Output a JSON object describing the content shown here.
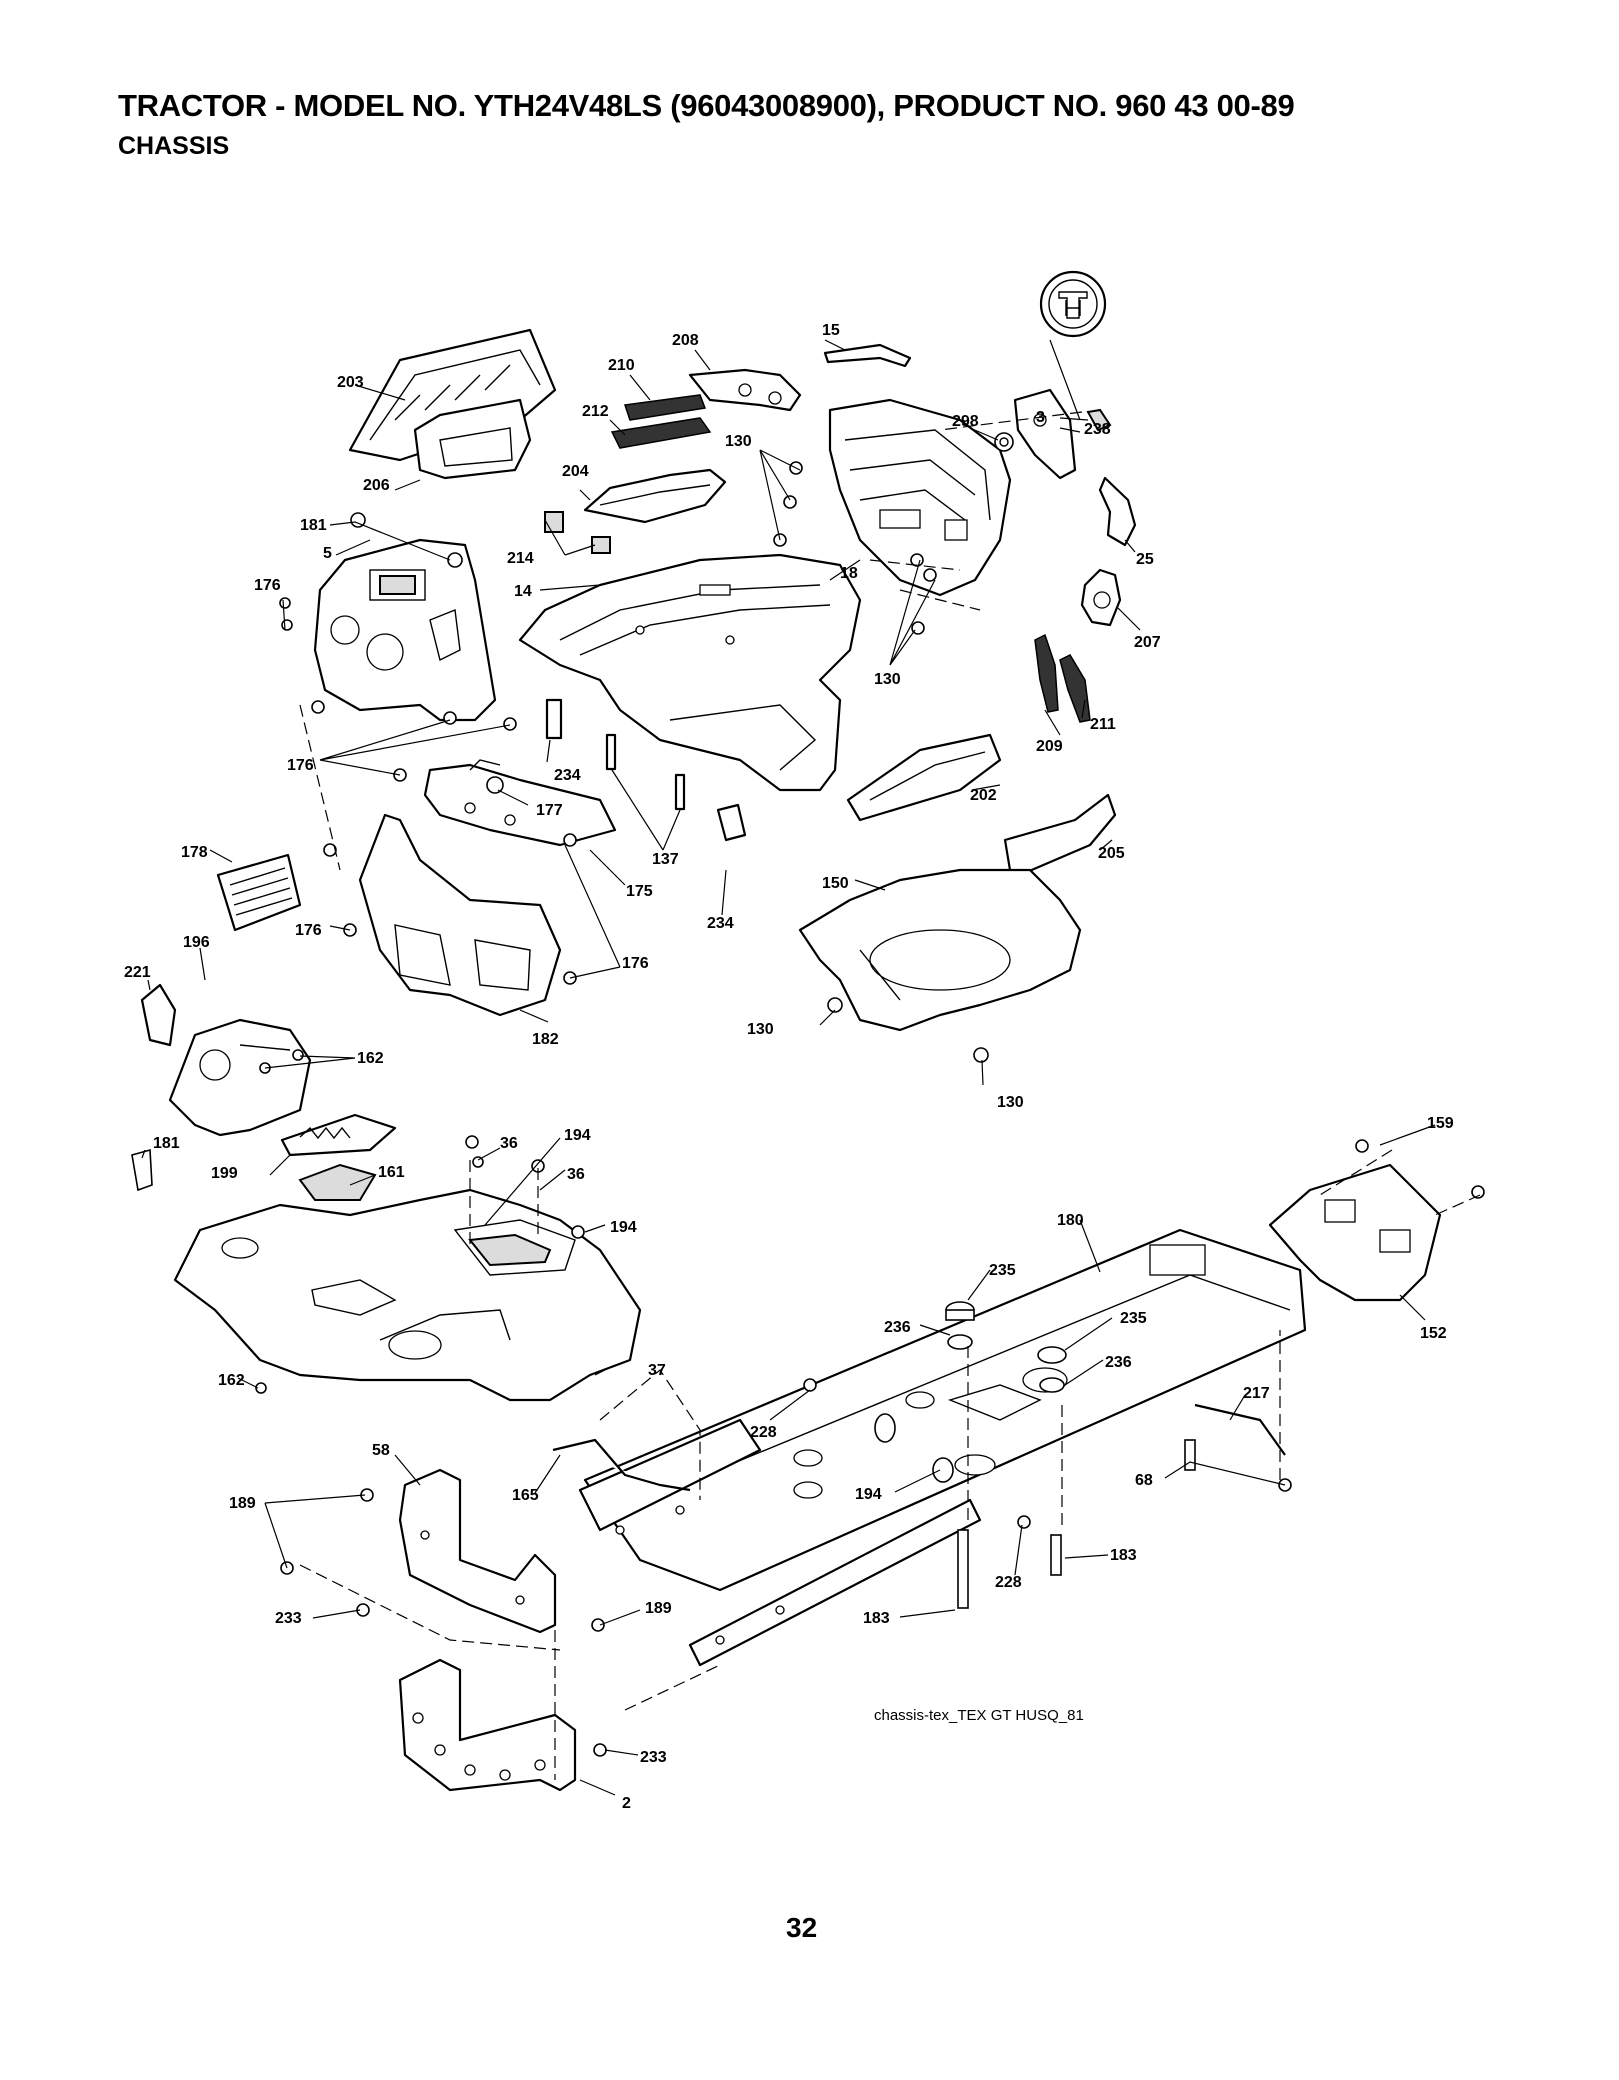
{
  "header": {
    "title": "TRACTOR - MODEL NO. YTH24V48LS (96043008900), PRODUCT NO. 960 43 00-89",
    "subtitle": "CHASSIS"
  },
  "diagram": {
    "caption": "chassis-tex_TEX GT HUSQ_81",
    "logo": "husqvarna-crown-logo",
    "callouts": [
      {
        "id": "c-208",
        "text": "208"
      },
      {
        "id": "c-15",
        "text": "15"
      },
      {
        "id": "c-210",
        "text": "210"
      },
      {
        "id": "c-203",
        "text": "203"
      },
      {
        "id": "c-212",
        "text": "212"
      },
      {
        "id": "c-130a",
        "text": "130"
      },
      {
        "id": "c-3",
        "text": "3"
      },
      {
        "id": "c-298",
        "text": "298"
      },
      {
        "id": "c-238",
        "text": "238"
      },
      {
        "id": "c-206",
        "text": "206"
      },
      {
        "id": "c-204",
        "text": "204"
      },
      {
        "id": "c-181a",
        "text": "181"
      },
      {
        "id": "c-5",
        "text": "5"
      },
      {
        "id": "c-214",
        "text": "214"
      },
      {
        "id": "c-14",
        "text": "14"
      },
      {
        "id": "c-18",
        "text": "18"
      },
      {
        "id": "c-25",
        "text": "25"
      },
      {
        "id": "c-176a",
        "text": "176"
      },
      {
        "id": "c-207",
        "text": "207"
      },
      {
        "id": "c-130b",
        "text": "130"
      },
      {
        "id": "c-209",
        "text": "209"
      },
      {
        "id": "c-211",
        "text": "211"
      },
      {
        "id": "c-176b",
        "text": "176"
      },
      {
        "id": "c-234a",
        "text": "234"
      },
      {
        "id": "c-177",
        "text": "177"
      },
      {
        "id": "c-202",
        "text": "202"
      },
      {
        "id": "c-178",
        "text": "178"
      },
      {
        "id": "c-137",
        "text": "137"
      },
      {
        "id": "c-205",
        "text": "205"
      },
      {
        "id": "c-175",
        "text": "175"
      },
      {
        "id": "c-150",
        "text": "150"
      },
      {
        "id": "c-196",
        "text": "196"
      },
      {
        "id": "c-176c",
        "text": "176"
      },
      {
        "id": "c-234b",
        "text": "234"
      },
      {
        "id": "c-221",
        "text": "221"
      },
      {
        "id": "c-176d",
        "text": "176"
      },
      {
        "id": "c-182",
        "text": "182"
      },
      {
        "id": "c-130c",
        "text": "130"
      },
      {
        "id": "c-162a",
        "text": "162"
      },
      {
        "id": "c-130d",
        "text": "130"
      },
      {
        "id": "c-181b",
        "text": "181"
      },
      {
        "id": "c-36a",
        "text": "36"
      },
      {
        "id": "c-194a",
        "text": "194"
      },
      {
        "id": "c-159",
        "text": "159"
      },
      {
        "id": "c-199",
        "text": "199"
      },
      {
        "id": "c-161",
        "text": "161"
      },
      {
        "id": "c-36b",
        "text": "36"
      },
      {
        "id": "c-194b",
        "text": "194"
      },
      {
        "id": "c-180",
        "text": "180"
      },
      {
        "id": "c-235a",
        "text": "235"
      },
      {
        "id": "c-235b",
        "text": "235"
      },
      {
        "id": "c-236a",
        "text": "236"
      },
      {
        "id": "c-236b",
        "text": "236"
      },
      {
        "id": "c-152",
        "text": "152"
      },
      {
        "id": "c-37",
        "text": "37"
      },
      {
        "id": "c-162b",
        "text": "162"
      },
      {
        "id": "c-217",
        "text": "217"
      },
      {
        "id": "c-228a",
        "text": "228"
      },
      {
        "id": "c-58",
        "text": "58"
      },
      {
        "id": "c-68",
        "text": "68"
      },
      {
        "id": "c-165",
        "text": "165"
      },
      {
        "id": "c-194c",
        "text": "194"
      },
      {
        "id": "c-189a",
        "text": "189"
      },
      {
        "id": "c-183a",
        "text": "183"
      },
      {
        "id": "c-228b",
        "text": "228"
      },
      {
        "id": "c-189b",
        "text": "189"
      },
      {
        "id": "c-183b",
        "text": "183"
      },
      {
        "id": "c-233a",
        "text": "233"
      },
      {
        "id": "c-233b",
        "text": "233"
      },
      {
        "id": "c-2",
        "text": "2"
      }
    ]
  },
  "footer": {
    "page_number": "32"
  }
}
